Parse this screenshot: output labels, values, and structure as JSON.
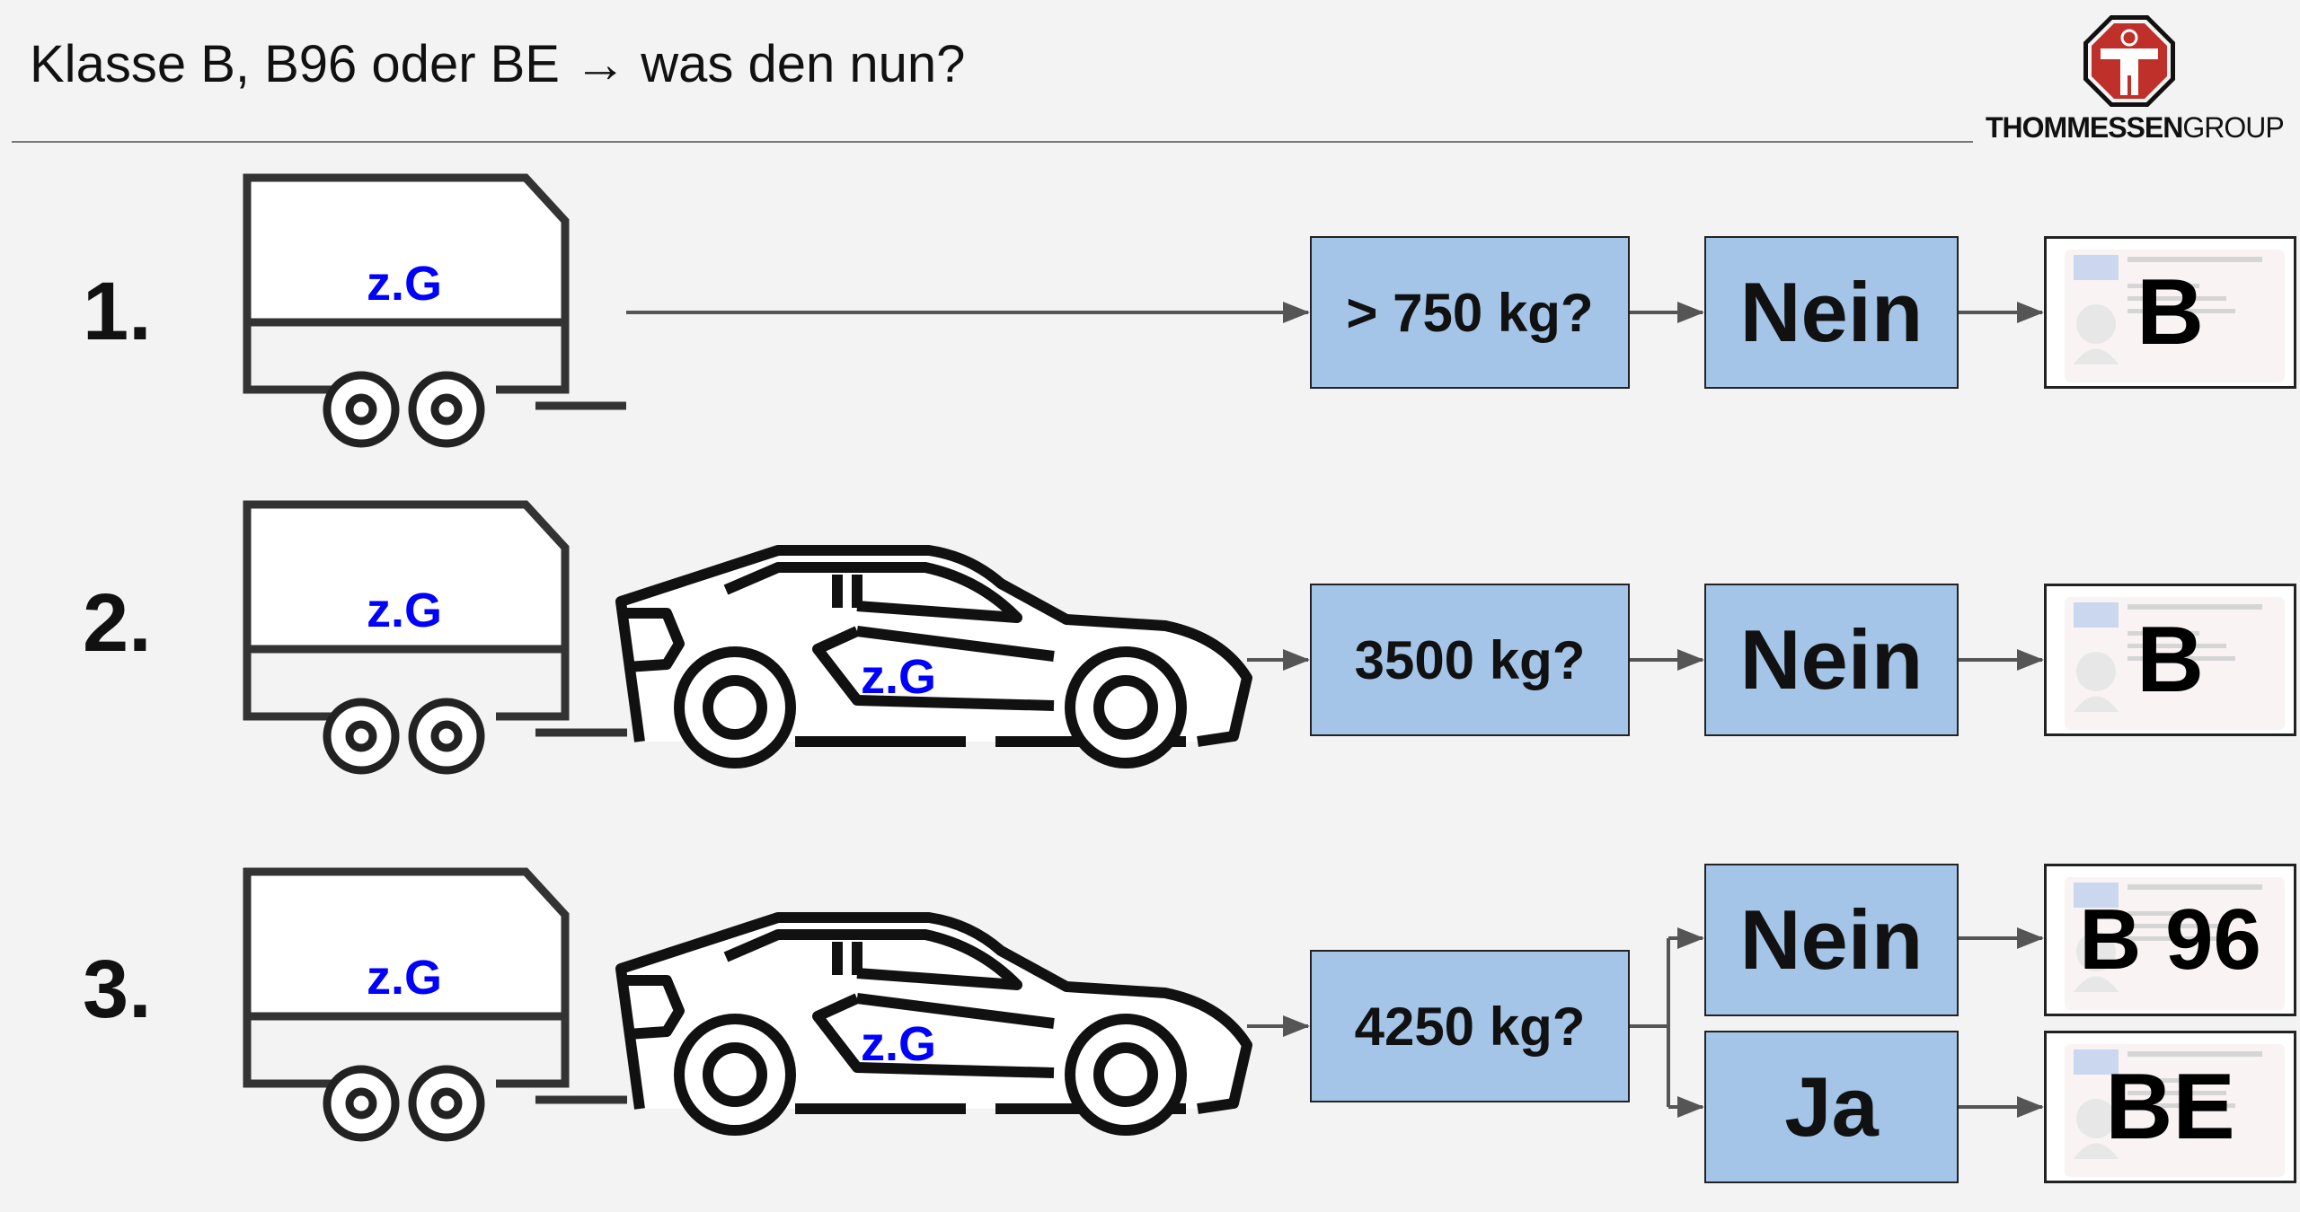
{
  "title": "Klasse B, B96 oder BE → was den nun?",
  "logo": {
    "brand_bold": "THOMMESSEN",
    "brand_light": "GROUP"
  },
  "rows": [
    {
      "number": "1.",
      "trailer_label": "z.G",
      "question": "> 750 kg?",
      "answers": [
        "Nein"
      ],
      "licenses": [
        "B"
      ]
    },
    {
      "number": "2.",
      "trailer_label": "z.G",
      "car_label": "z.G",
      "question": "3500 kg?",
      "answers": [
        "Nein"
      ],
      "licenses": [
        "B"
      ]
    },
    {
      "number": "3.",
      "trailer_label": "z.G",
      "car_label": "z.G",
      "question": "4250 kg?",
      "answers": [
        "Nein",
        "Ja"
      ],
      "licenses": [
        "B 96",
        "BE"
      ]
    }
  ],
  "colors": {
    "box_fill": "#a4c5e8",
    "label_blue": "#0000ff",
    "logo_red": "#c0302a"
  }
}
